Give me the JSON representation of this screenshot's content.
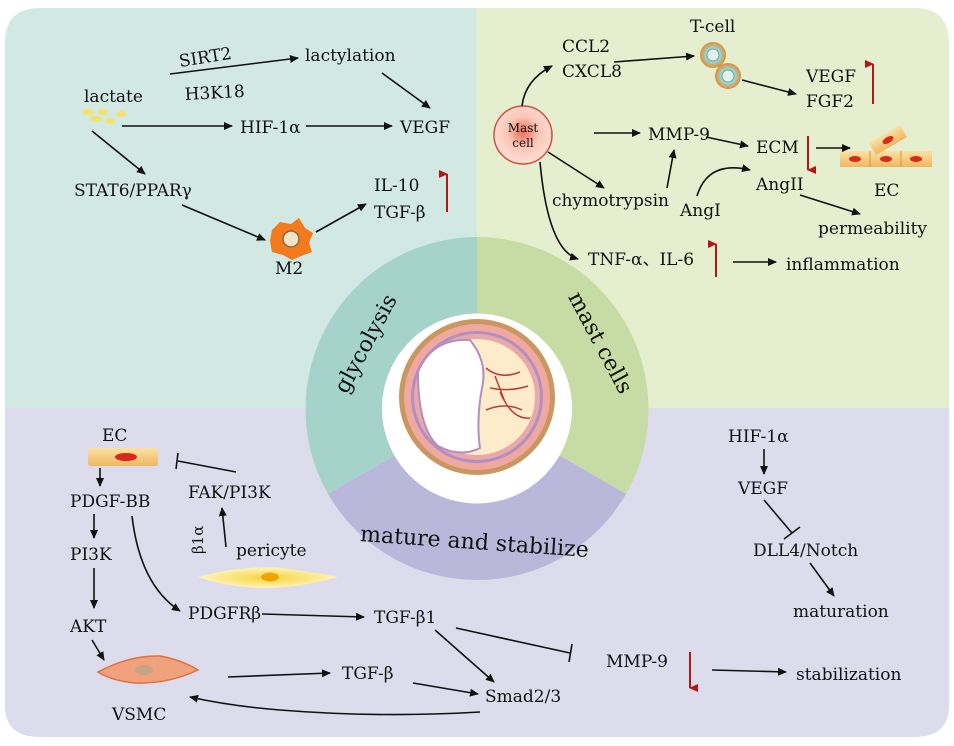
{
  "colors": {
    "q1": "#d2e8e2",
    "q2": "#e5eecf",
    "q3": "#dcdced",
    "ring_glycolysis": "#a6d3c9",
    "ring_mast": "#c7dca4",
    "ring_mature": "#b9b7da",
    "up_arrow": "#b01818",
    "arrow": "#111111"
  },
  "ring": {
    "glycolysis": "glycolysis",
    "mast": "mast cells",
    "mature": "mature and stabilize"
  },
  "q1": {
    "lactate": "lactate",
    "sirt2": "SIRT2",
    "h3k18": "H3K18",
    "lactylation": "lactylation",
    "hif": "HIF-1α",
    "vegf": "VEGF",
    "stat6": "STAT6/PPARγ",
    "il10": "IL-10",
    "tgfb": "TGF-β",
    "m2": "M2"
  },
  "q2": {
    "ccl2": "CCL2",
    "cxcl8": "CXCL8",
    "tcell": "T-cell",
    "vegf": "VEGF",
    "fgf2": "FGF2",
    "mast1": "Mast",
    "mast2": "cell",
    "mmp9": "MMP-9",
    "ecm": "ECM",
    "ec": "EC",
    "chymo": "chymotrypsin",
    "angi": "AngI",
    "angii": "AngII",
    "perm": "permeability",
    "tnf": "TNF-α、IL-6",
    "infl": "inflammation"
  },
  "q3": {
    "ec": "EC",
    "pdgfbb": "PDGF-BB",
    "fak": "FAK/PI3K",
    "beta1": "β1α",
    "pericyte": "pericyte",
    "pi3k": "PI3K",
    "akt": "AKT",
    "pdgfrb": "PDGFRβ",
    "tgfb1": "TGF-β1",
    "tgfb": "TGF-β",
    "smad": "Smad2/3",
    "vsmc": "VSMC",
    "mmp9": "MMP-9",
    "stab": "stabilization"
  },
  "q4": {
    "hif": "HIF-1α",
    "vegf": "VEGF",
    "dll4": "DLL4/Notch",
    "mat": "maturation"
  }
}
